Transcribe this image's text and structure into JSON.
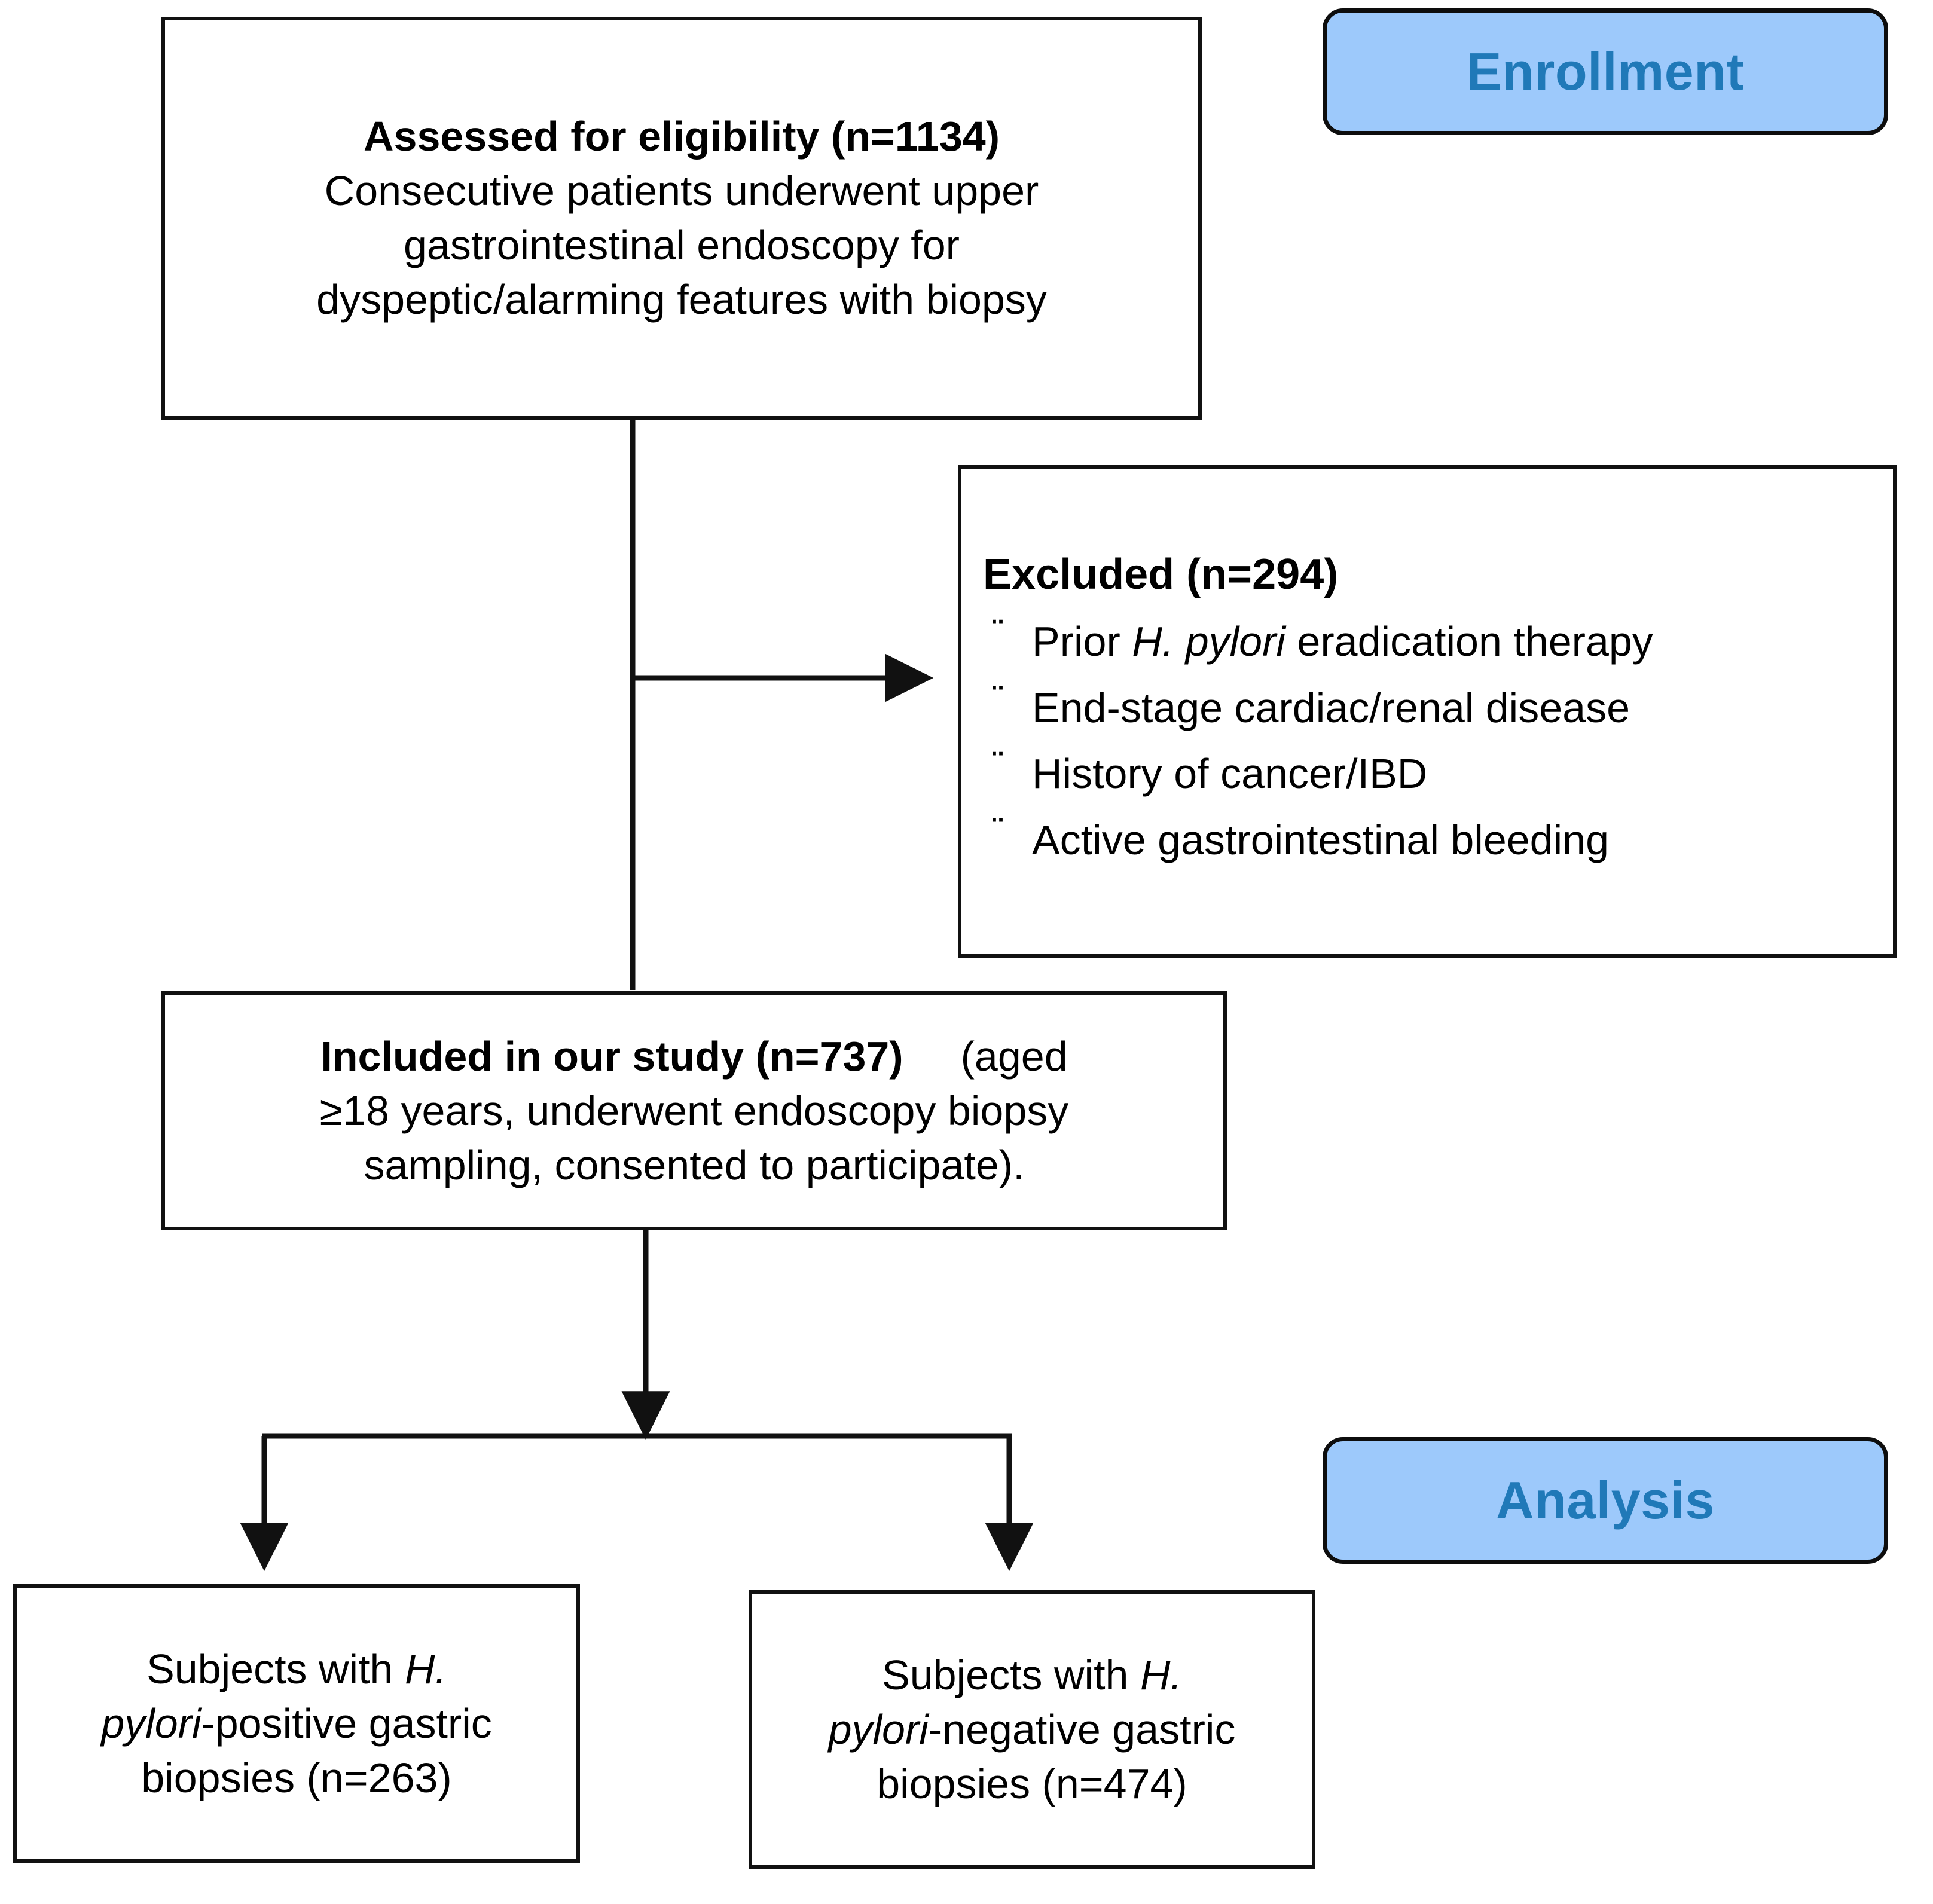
{
  "diagram": {
    "type": "study-flow-diagram",
    "title": "Patient enrollment and analysis flow"
  },
  "stages": {
    "enrollment": {
      "label": "Enrollment",
      "fill": "#9DC9FB",
      "text_color": "#2079B8"
    },
    "analysis": {
      "label": "Analysis",
      "fill": "#9DC9FB",
      "text_color": "#2079B8"
    }
  },
  "boxes": {
    "assessed": {
      "heading": "Assessed for eligibility (n=1134)",
      "line1": "Consecutive patients underwent upper",
      "line2": "gastrointestinal endoscopy for",
      "line3": "dyspeptic/alarming features with biopsy",
      "n": "1134"
    },
    "excluded": {
      "heading": "Excluded (n=294)",
      "n": "294",
      "bullet_glyph": "¨",
      "items": [
        {
          "pre": "Prior ",
          "em": "H. pylori",
          "post": " eradication therapy"
        },
        {
          "pre": "End-stage cardiac/renal disease",
          "em": "",
          "post": ""
        },
        {
          "pre": "History of cancer/IBD",
          "em": "",
          "post": ""
        },
        {
          "pre": "Active gastrointestinal bleeding",
          "em": "",
          "post": ""
        }
      ]
    },
    "included": {
      "heading": "Included in our study (n=737)",
      "trailing": "(aged",
      "line2": "≥18 years, underwent endoscopy biopsy",
      "line3": "sampling, consented to participate).",
      "n": "737"
    },
    "positive": {
      "line1_pre": "Subjects with ",
      "line1_em": "H.",
      "line2_em": "pylori",
      "line2_post": "-positive gastric",
      "line3": "biopsies (n=263)",
      "n": "263"
    },
    "negative": {
      "line1_pre": "Subjects with ",
      "line1_em": "H.",
      "line2_em": "pylori",
      "line2_post": "-negative gastric",
      "line3": "biopsies (n=474)",
      "n": "474"
    }
  }
}
